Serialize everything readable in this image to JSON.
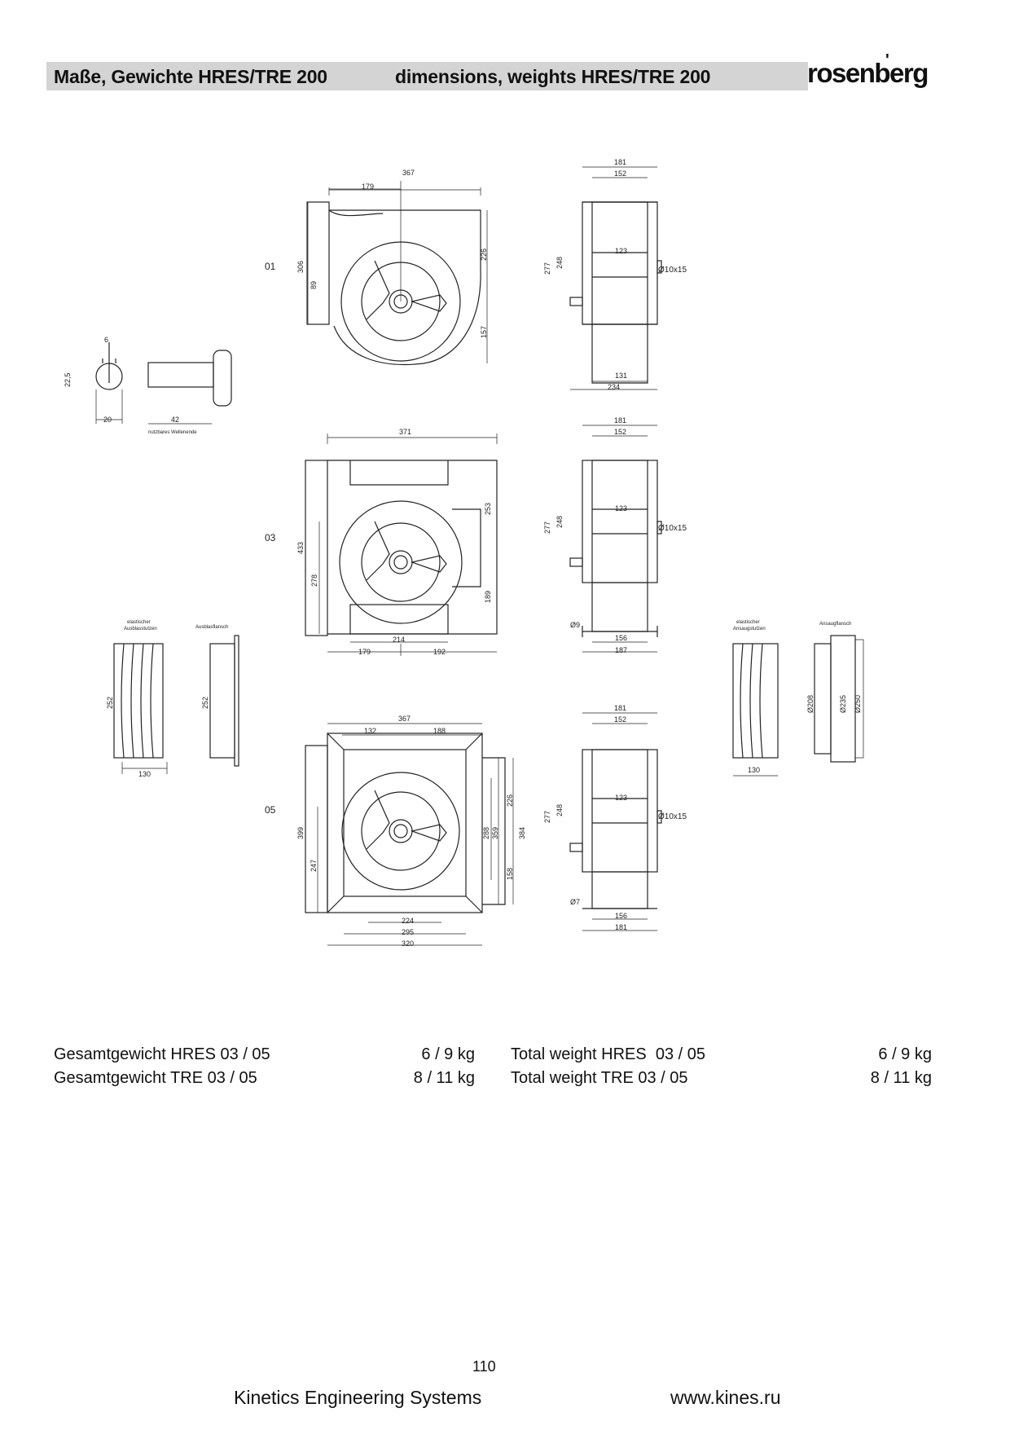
{
  "header": {
    "title_de": "Maße, Gewichte HRES/TRE 200",
    "title_en": "dimensions, weights HRES/TRE 200",
    "brand": "rosenberg"
  },
  "drawing": {
    "variants": [
      "01",
      "03",
      "05"
    ],
    "dims_01_front": [
      "367",
      "179",
      "306",
      "89",
      "226",
      "157"
    ],
    "dims_01_side": [
      "181",
      "152",
      "277",
      "248",
      "123",
      "Ø10x15",
      "131",
      "234"
    ],
    "dims_03_front": [
      "371",
      "433",
      "278",
      "253",
      "189",
      "214",
      "179",
      "192"
    ],
    "dims_03_side": [
      "181",
      "152",
      "277",
      "248",
      "123",
      "Ø10x15",
      "Ø9",
      "156",
      "187"
    ],
    "dims_05_front": [
      "367",
      "132",
      "188",
      "399",
      "247",
      "288",
      "359",
      "226",
      "384",
      "158",
      "224",
      "295",
      "320"
    ],
    "dims_05_side": [
      "181",
      "152",
      "277",
      "248",
      "123",
      "Ø10x15",
      "Ø7",
      "156",
      "181"
    ],
    "shaft": [
      "6",
      "22,5",
      "20",
      "42",
      "nutzbares Wellenende"
    ],
    "outlet_parts": {
      "bellows_label_1": "elastischer",
      "bellows_label_2": "Ausblasstutzen",
      "flange_label": "Ausblasflansch",
      "dim_252_a": "252",
      "dim_252_b": "252",
      "dim_130": "130"
    },
    "inlet_parts": {
      "bellows_label_1": "elastischer",
      "bellows_label_2": "Ansaugstutzen",
      "flange_label": "Ansaugflansch",
      "dim_130": "130",
      "d208": "Ø208",
      "d235": "Ø235",
      "d250": "Ø250"
    }
  },
  "weights": {
    "de": [
      {
        "label": "Gesamtgewicht HRES 03 / 05",
        "value": "6 / 9 kg"
      },
      {
        "label": "Gesamtgewicht TRE 03 / 05",
        "value": "8 / 11 kg"
      }
    ],
    "en": [
      {
        "label": "Total weight HRES  03 / 05",
        "value": "6 / 9 kg"
      },
      {
        "label": "Total weight TRE 03 / 05",
        "value": "8 / 11 kg"
      }
    ]
  },
  "footer": {
    "page_number": "110",
    "company": "Kinetics Engineering Systems",
    "website": "www.kines.ru"
  }
}
